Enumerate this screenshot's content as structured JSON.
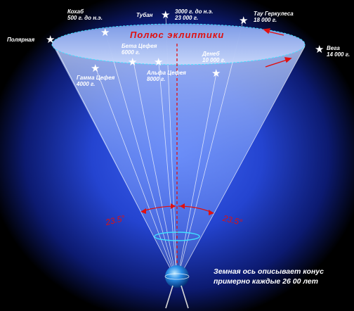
{
  "diagram": {
    "title": "Полюс эклиптики",
    "angle_left": "23.5°",
    "angle_right": "23.5°",
    "caption_line1": "Земная ось описывает конус",
    "caption_line2": "примерно каждые 26 00 лет"
  },
  "stars": {
    "polaris": {
      "name": "Полярная"
    },
    "kochab": {
      "name": "Кохаб",
      "date": "500 г. до н.э."
    },
    "thuban": {
      "name": "Тубан",
      "date_line1": "3000 г. до н.э.",
      "date_line2": "23 000 г."
    },
    "tau_herculis": {
      "name": "Тау Геркулеса",
      "date": "18 000 г."
    },
    "vega": {
      "name": "Вега",
      "date": "14 000 г."
    },
    "beta_cephei": {
      "name": "Бета Цефея",
      "date": "6000 г."
    },
    "deneb": {
      "name": "Денеб",
      "date": "10 000 г."
    },
    "gamma_cephei": {
      "name": "Гамма Цефея",
      "date": "4000 г."
    },
    "alpha_cephei": {
      "name": "Альфа Цефея",
      "date": "8000 г."
    }
  },
  "colors": {
    "background_glow": "#1f3cc8",
    "axis_red": "#e01010",
    "ellipse_outline": "#40e0ff",
    "globe": "#2a8fe8"
  }
}
